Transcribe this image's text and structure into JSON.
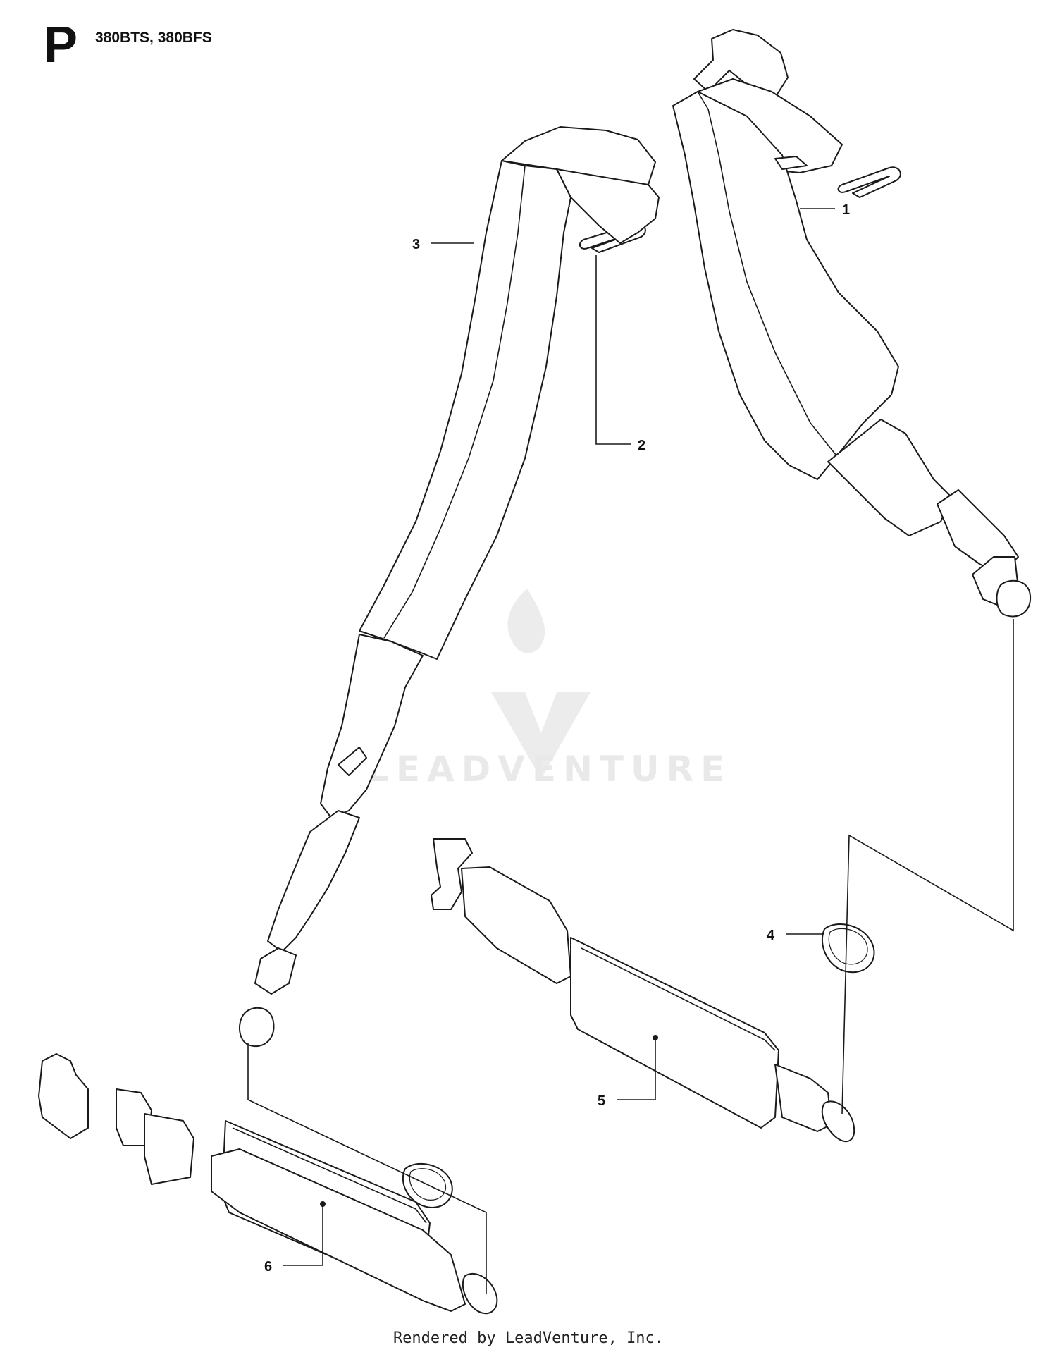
{
  "header": {
    "section_letter": "P",
    "models": "380BTS, 380BFS"
  },
  "watermark": {
    "text": "LEADVENTURE",
    "logo": "flame-v-logo"
  },
  "callouts": [
    {
      "number": "1",
      "part": "shoulder-strap-right"
    },
    {
      "number": "2",
      "part": "strap-clip"
    },
    {
      "number": "3",
      "part": "shoulder-strap-left"
    },
    {
      "number": "4",
      "part": "d-ring"
    },
    {
      "number": "5",
      "part": "waist-belt-pad-right"
    },
    {
      "number": "6",
      "part": "waist-belt-buckle-left"
    }
  ],
  "footer": {
    "credit": "Rendered by LeadVenture, Inc."
  },
  "colors": {
    "line": "#1a1a1a",
    "watermark": "#e9e9e9"
  }
}
